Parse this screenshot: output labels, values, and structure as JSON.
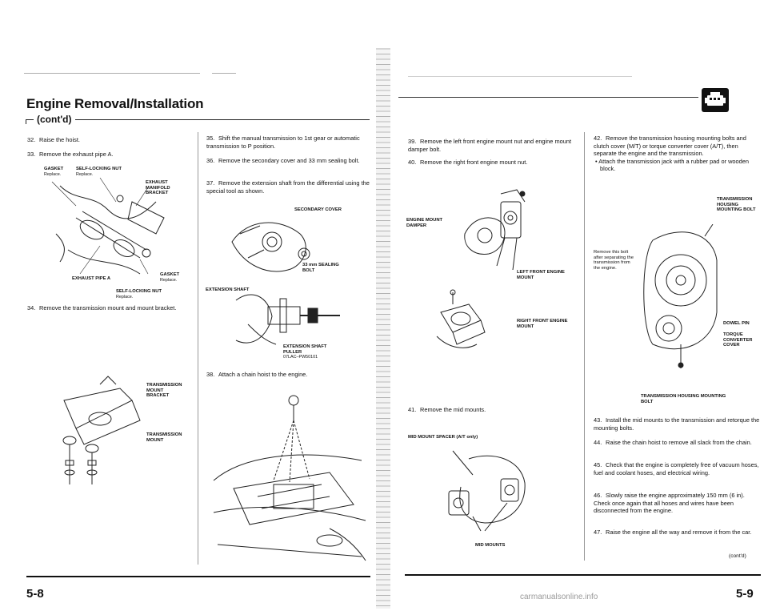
{
  "left_page": {
    "title": "Engine Removal/Installation",
    "subtitle": "(cont'd)",
    "page_number": "5-8",
    "steps": [
      {
        "num": "32.",
        "text": "Raise the hoist."
      },
      {
        "num": "33.",
        "text": "Remove the exhaust pipe A."
      },
      {
        "num": "34.",
        "text": "Remove the transmission mount and mount bracket."
      },
      {
        "num": "35.",
        "text": "Shift the manual transmission to 1st gear or automatic transmission to P position."
      },
      {
        "num": "36.",
        "text": "Remove the secondary cover and 33 mm sealing bolt."
      },
      {
        "num": "37.",
        "text": "Remove the extension shaft from the differential using the special tool as shown."
      },
      {
        "num": "38.",
        "text": "Attach a chain hoist to the engine."
      }
    ],
    "labels": {
      "gasket": "GASKET",
      "gasket_replace": "Replace.",
      "self_locking_nut": "SELF-LOCKING NUT",
      "self_locking_nut_replace": "Replace.",
      "exhaust_manifold_bracket": "EXHAUST MANIFOLD BRACKET",
      "exhaust_pipe_a": "EXHAUST PIPE A",
      "gasket2": "GASKET",
      "gasket2_replace": "Replace.",
      "self_locking_nut2": "SELF-LOCKING NUT",
      "self_locking_nut2_replace": "Replace.",
      "transmission_mount_bracket": "TRANSMISSION MOUNT BRACKET",
      "transmission_mount": "TRANSMISSION MOUNT",
      "secondary_cover": "SECONDARY COVER",
      "sealing_bolt": "33 mm SEALING BOLT",
      "extension_shaft": "EXTENSION SHAFT",
      "extension_shaft_puller": "EXTENSION SHAFT PULLER",
      "tool_number": "07LAC–PW50101"
    }
  },
  "right_page": {
    "page_number": "5-9",
    "steps": [
      {
        "num": "39.",
        "text": "Remove the left front engine mount nut and engine mount damper bolt."
      },
      {
        "num": "40.",
        "text": "Remove the right front engine mount nut."
      },
      {
        "num": "41.",
        "text": "Remove the mid mounts."
      },
      {
        "num": "42.",
        "text": "Remove the transmission housing mounting bolts and clutch cover (M/T) or torque converter cover (A/T), then separate the engine and the transmission."
      },
      {
        "num": "43.",
        "text": "Install the mid mounts to the transmission and retorque the mounting bolts."
      },
      {
        "num": "44.",
        "text": "Raise the chain hoist to remove all slack from the chain."
      },
      {
        "num": "45.",
        "text": "Check that the engine is completely free of vacuum hoses, fuel and coolant hoses, and electrical wiring."
      },
      {
        "num": "46.",
        "text": "Slowly raise the engine approximately 150 mm (6 in)."
      },
      {
        "num": "47.",
        "text": "Raise the engine all the way and remove it from the car."
      }
    ],
    "step42_bullet": "Attach the transmission jack with a rubber pad or wooden block.",
    "step46_note": "Check once again that all hoses and wires have been disconnected from the engine.",
    "labels": {
      "engine_mount_damper": "ENGINE MOUNT DAMPER",
      "left_front_engine_mount": "LEFT FRONT ENGINE MOUNT",
      "right_front_engine_mount": "RIGHT FRONT ENGINE MOUNT",
      "mid_mount_spacer": "MID MOUNT SPACER (A/T only)",
      "mid_mounts": "MID MOUNTS",
      "transmission_housing_mounting_bolt_top": "TRANSMISSION HOUSING MOUNTING BOLT",
      "remove_this_bolt": "Remove this bolt after separating the transmission from the engine.",
      "dowel_pin": "DOWEL PIN",
      "torque_converter_cover": "TORQUE CONVERTER COVER",
      "transmission_housing_mounting_bolt_bottom": "TRANSMISSION HOUSING MOUNTING BOLT"
    },
    "contd": "(cont'd)"
  },
  "watermark": "carmanualsonline.info"
}
